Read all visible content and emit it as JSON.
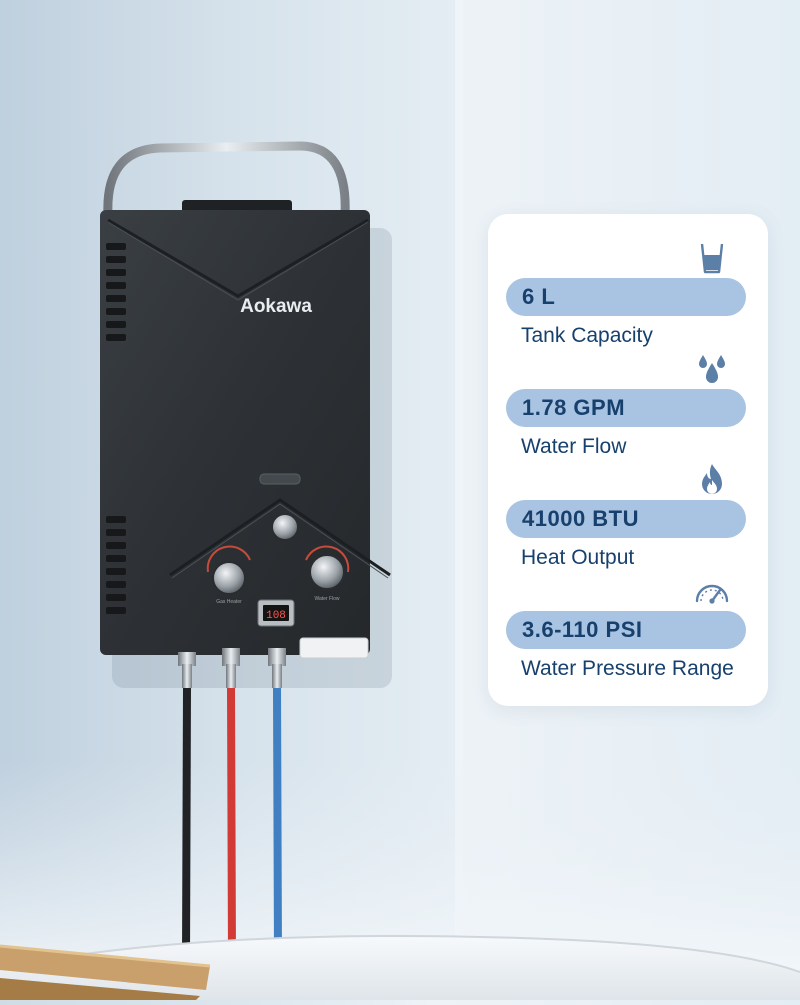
{
  "product": {
    "brand": "Aokawa",
    "display_reading": "108",
    "left_knob_caption": "Gas Heater",
    "right_knob_caption": "Water Flow"
  },
  "specs": [
    {
      "value": "6 L",
      "label": "Tank Capacity",
      "icon": "water-glass-icon"
    },
    {
      "value": "1.78 GPM",
      "label": "Water Flow",
      "icon": "water-drops-icon"
    },
    {
      "value": "41000 BTU",
      "label": "Heat Output",
      "icon": "flame-icon"
    },
    {
      "value": "3.6-110 PSI",
      "label": "Water Pressure Range",
      "icon": "pressure-gauge-icon"
    }
  ],
  "colors": {
    "accent_text": "#17406d",
    "pill": "#a9c3e2",
    "icon": "#5c7fa8",
    "unit_body": "#2e3236",
    "hose_red": "#d23a35",
    "hose_blue": "#3f7fc2",
    "hose_black": "#202225"
  }
}
